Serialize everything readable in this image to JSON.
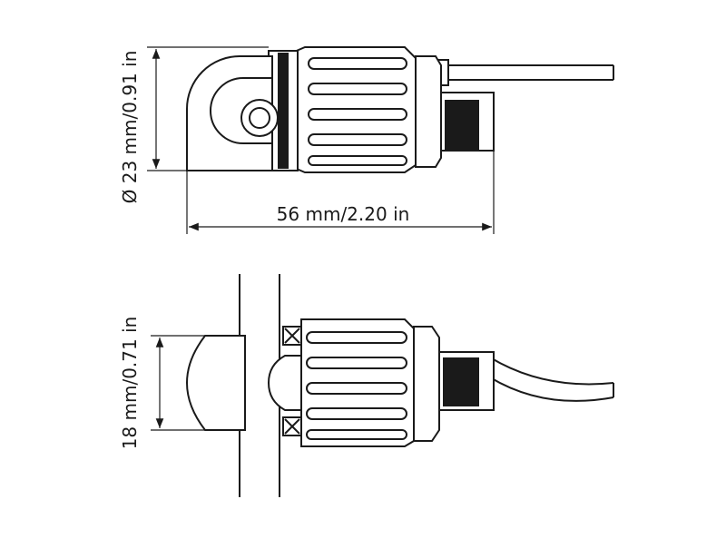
{
  "dimensions": {
    "diameter_label": "Ø 23 mm/0.91 in",
    "length_label": "56 mm/2.20 in",
    "width_label": "18 mm/0.71 in"
  },
  "colors": {
    "line": "#1a1a1a",
    "background": "#ffffff"
  }
}
